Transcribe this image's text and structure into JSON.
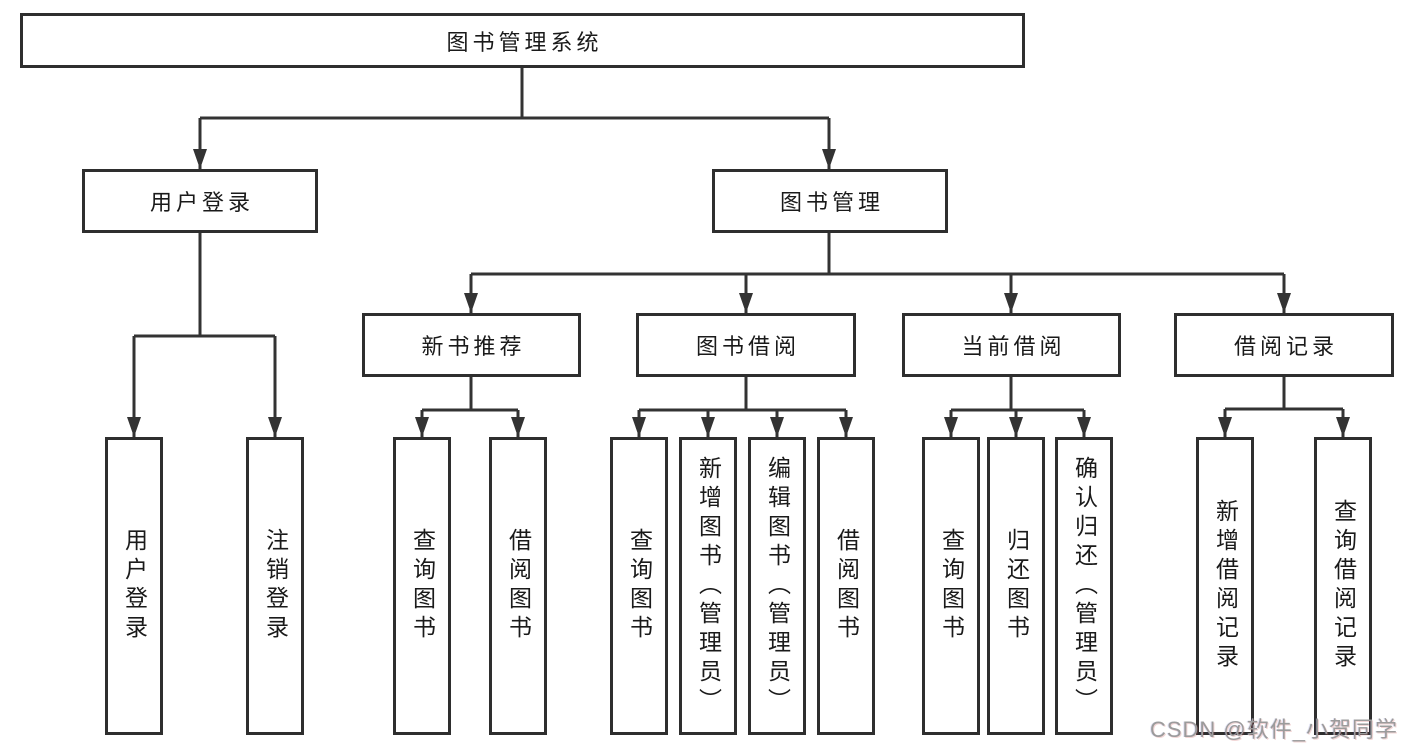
{
  "diagram": {
    "root": "图书管理系统",
    "level2": [
      "用户登录",
      "图书管理"
    ],
    "level3": [
      "新书推荐",
      "图书借阅",
      "当前借阅",
      "借阅记录"
    ],
    "leaves_user_login": [
      "用户登录",
      "注销登录"
    ],
    "leaves_new_book": [
      "查询图书",
      "借阅图书"
    ],
    "leaves_book_borrow": [
      "查询图书",
      "新增图书（管理员）",
      "编辑图书（管理员）",
      "借阅图书"
    ],
    "leaves_current_borrow": [
      "查询图书",
      "归还图书",
      "确认归还（管理员）"
    ],
    "leaves_borrow_record": [
      "新增借阅记录",
      "查询借阅记录"
    ]
  },
  "watermark": "CSDN @软件_小贺同学",
  "colors": {
    "line": "#333333",
    "box_border": "#2e2e2e",
    "box_bg": "#ffffff",
    "text": "#1a1a1a",
    "watermark": "#9b9b9b"
  }
}
